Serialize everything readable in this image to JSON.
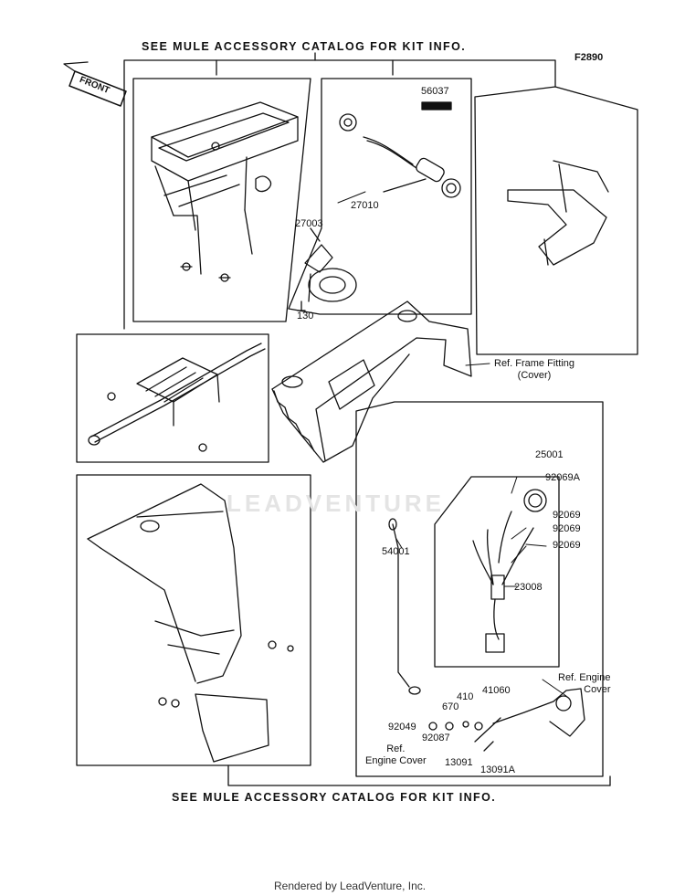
{
  "header_note": "SEE MULE ACCESSORY CATALOG FOR KIT INFO.",
  "footer_note": "SEE MULE ACCESSORY CATALOG FOR KIT INFO.",
  "figure_code": "F2890",
  "front_arrow": "FRONT",
  "watermark": "LEADVENTURE",
  "credit": "Rendered by LeadVenture, Inc.",
  "parts": {
    "p56037": "56037",
    "p27010": "27010",
    "p27003": "27003",
    "p130": "130",
    "p25001": "25001",
    "p92069a": "92069A",
    "p92069_1": "92069",
    "p92069_2": "92069",
    "p92069_3": "92069",
    "p54001": "54001",
    "p23008": "23008",
    "p410": "410",
    "p41060": "41060",
    "p670": "670",
    "p92049": "92049",
    "p92087": "92087",
    "p13091": "13091",
    "p13091a": "13091A"
  },
  "refs": {
    "frame_fitting": [
      "Ref. Frame Fitting",
      "(Cover)"
    ],
    "engine_cover_right": [
      "Ref. Engine",
      "Cover"
    ],
    "engine_cover_left": [
      "Ref.",
      "Engine Cover"
    ]
  },
  "colors": {
    "ink": "#111111",
    "watermark": "#e4e4e4"
  }
}
